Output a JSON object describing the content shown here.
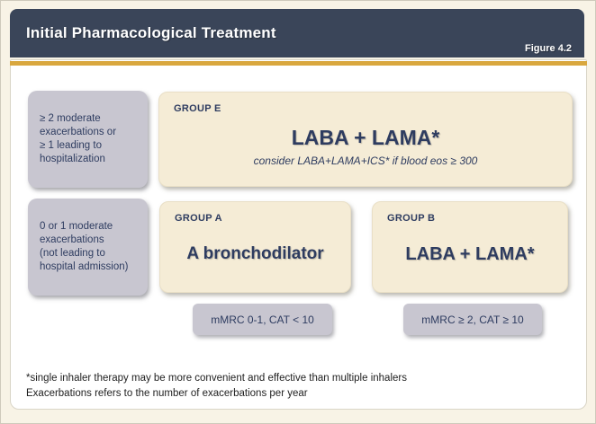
{
  "header": {
    "title": "Initial Pharmacological Treatment",
    "figure_label": "Figure 4.2"
  },
  "criteria": [
    {
      "text": "≥ 2 moderate\nexacerbations or\n≥ 1 leading to\nhospitalization"
    },
    {
      "text": "0 or 1 moderate\nexacerbations\n(not leading to\nhospital admission)"
    }
  ],
  "groups": [
    {
      "label": "GROUP E",
      "treatment": "LABA + LAMA*",
      "note": "consider LABA+LAMA+ICS* if blood eos ≥ 300"
    },
    {
      "label": "GROUP A",
      "treatment": "A bronchodilator"
    },
    {
      "label": "GROUP B",
      "treatment": "LABA + LAMA*"
    }
  ],
  "badges": [
    {
      "text": "mMRC 0-1, CAT < 10"
    },
    {
      "text": "mMRC ≥ 2, CAT ≥ 10"
    }
  ],
  "footnotes": [
    "*single inhaler therapy may be more convenient and effective than multiple inhalers",
    "Exacerbations refers to the number of exacerbations per year"
  ],
  "colors": {
    "header_navy": "#3a4559",
    "gold_divider": "#d9a73e",
    "page_background": "#f8f3e6",
    "panel_background": "#ffffff",
    "criteria_gray": "#c8c6d0",
    "group_cream": "#f5ecd6",
    "text_navy": "#2e3c60"
  }
}
